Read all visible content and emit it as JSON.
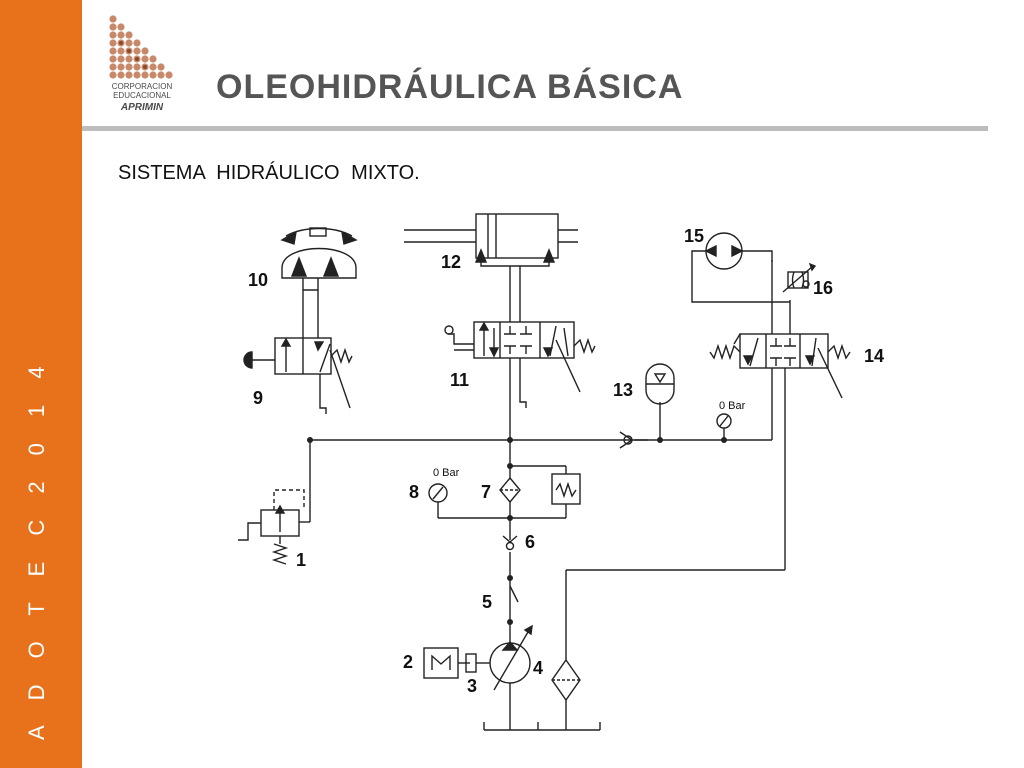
{
  "side_text": "A D O T E C   2 0 1 4",
  "logo": {
    "line1": "CORPORACION",
    "line2": "EDUCACIONAL",
    "line3": "APRIMIN"
  },
  "title": "OLEOHIDRÁULICA BÁSICA",
  "subtitle": "SISTEMA  HIDRÁULICO MIXTO.",
  "components": [
    {
      "number": "1"
    },
    {
      "number": "2"
    },
    {
      "number": "3"
    },
    {
      "number": "4"
    },
    {
      "number": "5"
    },
    {
      "number": "6"
    },
    {
      "number": "7"
    },
    {
      "number": "8"
    },
    {
      "number": "9"
    },
    {
      "number": "10"
    },
    {
      "number": "11"
    },
    {
      "number": "12"
    },
    {
      "number": "13"
    },
    {
      "number": "14"
    },
    {
      "number": "15"
    },
    {
      "number": "16"
    }
  ],
  "gauges": {
    "gauge_8_reading": "0 Bar",
    "gauge_13_reading": "0 Bar"
  },
  "colors": {
    "sidebar": "#e8711c",
    "title": "#555555",
    "rule": "#bdbdbd"
  }
}
